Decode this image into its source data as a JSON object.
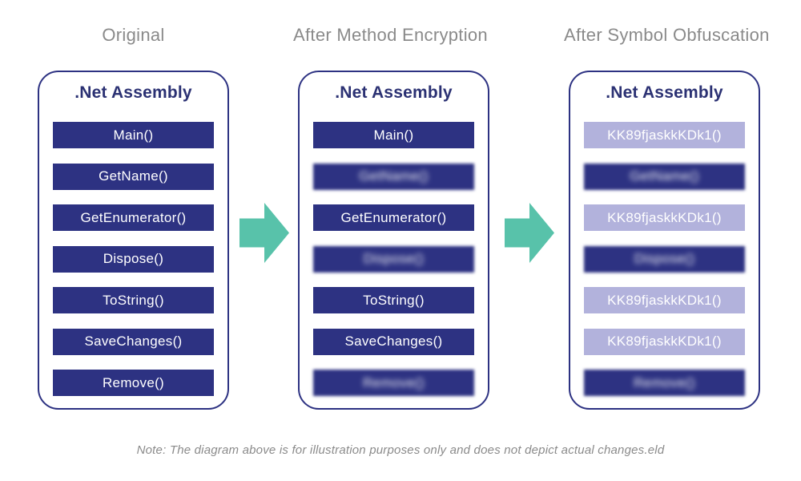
{
  "colors": {
    "navy": "#2d3282",
    "title_navy": "#2b3173",
    "light_purple": "#b2b2dc",
    "teal": "#58c2aa",
    "header_gray": "#8a8a8a",
    "note_gray": "#8a8a8a",
    "bg": "#ffffff"
  },
  "columns": [
    {
      "header": "Original",
      "card_title": ".Net Assembly",
      "items": [
        {
          "label": "Main()",
          "variant": "dark",
          "blurred": false
        },
        {
          "label": "GetName()",
          "variant": "dark",
          "blurred": false
        },
        {
          "label": "GetEnumerator()",
          "variant": "dark",
          "blurred": false
        },
        {
          "label": "Dispose()",
          "variant": "dark",
          "blurred": false
        },
        {
          "label": "ToString()",
          "variant": "dark",
          "blurred": false
        },
        {
          "label": "SaveChanges()",
          "variant": "dark",
          "blurred": false
        },
        {
          "label": "Remove()",
          "variant": "dark",
          "blurred": false
        }
      ]
    },
    {
      "header": "After Method Encryption",
      "card_title": ".Net Assembly",
      "items": [
        {
          "label": "Main()",
          "variant": "dark",
          "blurred": false
        },
        {
          "label": "GetName()",
          "variant": "dark",
          "blurred": true
        },
        {
          "label": "GetEnumerator()",
          "variant": "dark",
          "blurred": false
        },
        {
          "label": "Dispose()",
          "variant": "dark",
          "blurred": true
        },
        {
          "label": "ToString()",
          "variant": "dark",
          "blurred": false
        },
        {
          "label": "SaveChanges()",
          "variant": "dark",
          "blurred": false
        },
        {
          "label": "Remove()",
          "variant": "dark",
          "blurred": true
        }
      ]
    },
    {
      "header": "After Symbol Obfuscation",
      "card_title": ".Net Assembly",
      "items": [
        {
          "label": "KK89fjaskkKDk1()",
          "variant": "light",
          "blurred": false
        },
        {
          "label": "GetName()",
          "variant": "dark",
          "blurred": true
        },
        {
          "label": "KK89fjaskkKDk1()",
          "variant": "light",
          "blurred": false
        },
        {
          "label": "Dispose()",
          "variant": "dark",
          "blurred": true
        },
        {
          "label": "KK89fjaskkKDk1()",
          "variant": "light",
          "blurred": false
        },
        {
          "label": "KK89fjaskkKDk1()",
          "variant": "light",
          "blurred": false
        },
        {
          "label": "Remove()",
          "variant": "dark",
          "blurred": true
        }
      ]
    }
  ],
  "arrows": [
    {
      "icon": "arrow-right-icon"
    },
    {
      "icon": "arrow-right-icon"
    }
  ],
  "note": "Note: The diagram above is for illustration purposes only and does not depict actual changes.eld"
}
